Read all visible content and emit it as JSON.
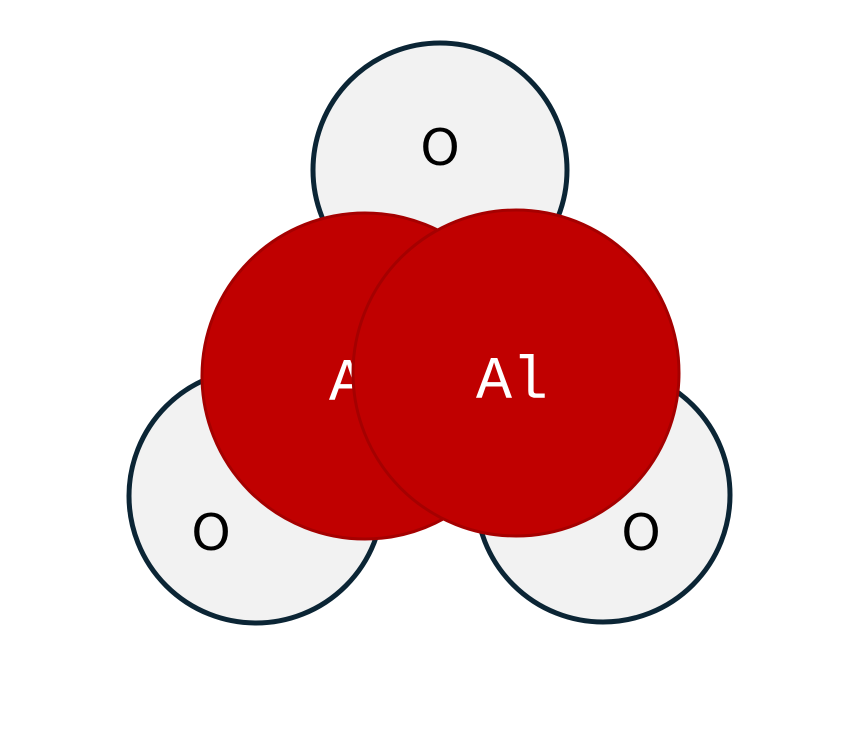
{
  "atoms": {
    "oxygen_top": {
      "symbol": "O"
    },
    "oxygen_left": {
      "symbol": "O"
    },
    "oxygen_right": {
      "symbol": "O"
    },
    "aluminum_left": {
      "symbol": "Al"
    },
    "aluminum_right": {
      "symbol": "Al"
    }
  },
  "colors": {
    "oxygen_fill": "#f2f2f2",
    "oxygen_stroke": "#0b2535",
    "aluminum_fill": "#c00000",
    "aluminum_stroke": "#a50000",
    "background": "#ffffff"
  }
}
